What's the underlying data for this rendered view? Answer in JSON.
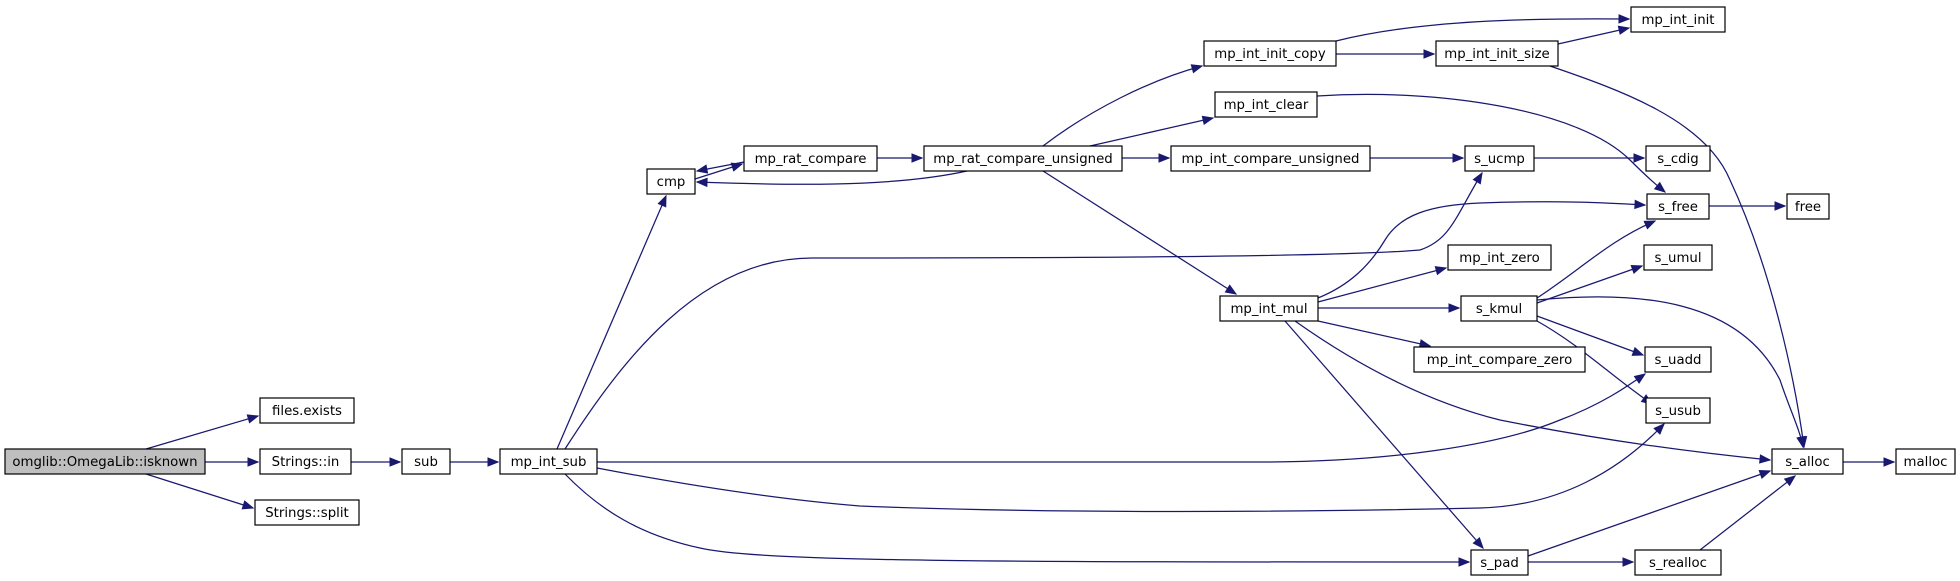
{
  "diagram": {
    "type": "call-graph",
    "root": "omglib::OmegaLib::isknown",
    "nodes": [
      {
        "id": "isknown",
        "label": "omglib::OmegaLib::isknown",
        "root": true
      },
      {
        "id": "files_exists",
        "label": "files.exists"
      },
      {
        "id": "strings_in",
        "label": "Strings::in"
      },
      {
        "id": "strings_split",
        "label": "Strings::split"
      },
      {
        "id": "sub",
        "label": "sub"
      },
      {
        "id": "mp_int_sub",
        "label": "mp_int_sub"
      },
      {
        "id": "cmp",
        "label": "cmp"
      },
      {
        "id": "mp_rat_compare",
        "label": "mp_rat_compare"
      },
      {
        "id": "mp_rat_compare_unsigned",
        "label": "mp_rat_compare_unsigned"
      },
      {
        "id": "mp_int_init_copy",
        "label": "mp_int_init_copy"
      },
      {
        "id": "mp_int_clear",
        "label": "mp_int_clear"
      },
      {
        "id": "mp_int_compare_unsigned",
        "label": "mp_int_compare_unsigned"
      },
      {
        "id": "mp_int_mul",
        "label": "mp_int_mul"
      },
      {
        "id": "mp_int_init_size",
        "label": "mp_int_init_size"
      },
      {
        "id": "mp_int_init",
        "label": "mp_int_init"
      },
      {
        "id": "s_ucmp",
        "label": "s_ucmp"
      },
      {
        "id": "s_cdig",
        "label": "s_cdig"
      },
      {
        "id": "s_free",
        "label": "s_free"
      },
      {
        "id": "free",
        "label": "free"
      },
      {
        "id": "mp_int_zero",
        "label": "mp_int_zero"
      },
      {
        "id": "s_kmul",
        "label": "s_kmul"
      },
      {
        "id": "s_umul",
        "label": "s_umul"
      },
      {
        "id": "mp_int_compare_zero",
        "label": "mp_int_compare_zero"
      },
      {
        "id": "s_uadd",
        "label": "s_uadd"
      },
      {
        "id": "s_usub",
        "label": "s_usub"
      },
      {
        "id": "s_alloc",
        "label": "s_alloc"
      },
      {
        "id": "malloc",
        "label": "malloc"
      },
      {
        "id": "s_pad",
        "label": "s_pad"
      },
      {
        "id": "s_realloc",
        "label": "s_realloc"
      }
    ],
    "edges": [
      {
        "from": "isknown",
        "to": "files_exists"
      },
      {
        "from": "isknown",
        "to": "strings_in"
      },
      {
        "from": "isknown",
        "to": "strings_split"
      },
      {
        "from": "strings_in",
        "to": "sub"
      },
      {
        "from": "sub",
        "to": "mp_int_sub"
      },
      {
        "from": "mp_int_sub",
        "to": "cmp"
      },
      {
        "from": "mp_int_sub",
        "to": "s_ucmp"
      },
      {
        "from": "mp_int_sub",
        "to": "s_uadd"
      },
      {
        "from": "mp_int_sub",
        "to": "s_usub"
      },
      {
        "from": "mp_int_sub",
        "to": "s_pad"
      },
      {
        "from": "cmp",
        "to": "mp_rat_compare"
      },
      {
        "from": "mp_rat_compare",
        "to": "cmp"
      },
      {
        "from": "mp_rat_compare",
        "to": "mp_rat_compare_unsigned"
      },
      {
        "from": "mp_rat_compare_unsigned",
        "to": "cmp"
      },
      {
        "from": "mp_rat_compare_unsigned",
        "to": "mp_int_init_copy"
      },
      {
        "from": "mp_rat_compare_unsigned",
        "to": "mp_int_clear"
      },
      {
        "from": "mp_rat_compare_unsigned",
        "to": "mp_int_compare_unsigned"
      },
      {
        "from": "mp_rat_compare_unsigned",
        "to": "mp_int_mul"
      },
      {
        "from": "mp_int_init_copy",
        "to": "mp_int_init"
      },
      {
        "from": "mp_int_init_copy",
        "to": "mp_int_init_size"
      },
      {
        "from": "mp_int_init_size",
        "to": "mp_int_init"
      },
      {
        "from": "mp_int_init_size",
        "to": "s_alloc"
      },
      {
        "from": "mp_int_clear",
        "to": "s_free"
      },
      {
        "from": "mp_int_compare_unsigned",
        "to": "s_ucmp"
      },
      {
        "from": "s_ucmp",
        "to": "s_cdig"
      },
      {
        "from": "s_free",
        "to": "free"
      },
      {
        "from": "mp_int_mul",
        "to": "s_free"
      },
      {
        "from": "mp_int_mul",
        "to": "mp_int_zero"
      },
      {
        "from": "mp_int_mul",
        "to": "s_kmul"
      },
      {
        "from": "mp_int_mul",
        "to": "mp_int_compare_zero"
      },
      {
        "from": "mp_int_mul",
        "to": "s_alloc"
      },
      {
        "from": "mp_int_mul",
        "to": "s_pad"
      },
      {
        "from": "s_kmul",
        "to": "s_free"
      },
      {
        "from": "s_kmul",
        "to": "s_umul"
      },
      {
        "from": "s_kmul",
        "to": "s_uadd"
      },
      {
        "from": "s_kmul",
        "to": "s_usub"
      },
      {
        "from": "s_kmul",
        "to": "s_alloc"
      },
      {
        "from": "s_alloc",
        "to": "malloc"
      },
      {
        "from": "s_pad",
        "to": "s_alloc"
      },
      {
        "from": "s_pad",
        "to": "s_realloc"
      },
      {
        "from": "s_realloc",
        "to": "s_alloc"
      }
    ]
  },
  "colors": {
    "edge": "#191970",
    "node_border": "#000000",
    "node_fill": "#ffffff",
    "root_fill": "#bfbfbf",
    "background": "#ffffff"
  }
}
